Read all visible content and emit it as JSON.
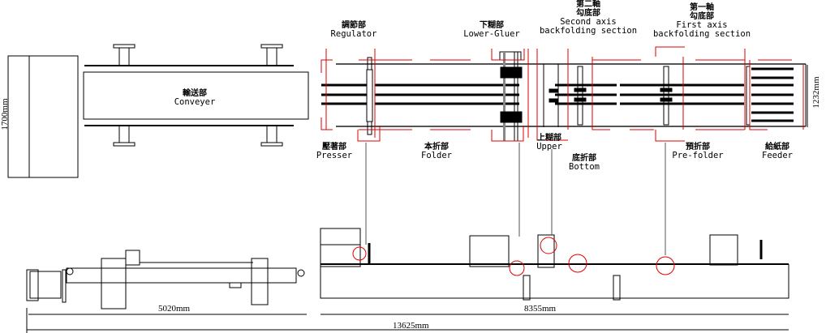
{
  "title": "Folder-gluer machine layout",
  "sections": {
    "conveyer": {
      "zh": "輸送部",
      "en": "Conveyer"
    },
    "regulator": {
      "zh": "調節部",
      "en": "Regulator"
    },
    "lower_gluer": {
      "zh": "下糊部",
      "en": "Lower-Gluer"
    },
    "second_axis": {
      "zh1": "第二軸",
      "zh2": "勾底部",
      "en1": "Second  axis",
      "en2": "backfolding  section"
    },
    "first_axis": {
      "zh1": "第一軸",
      "zh2": "勾底部",
      "en1": "First  axis",
      "en2": "backfolding  section"
    },
    "presser": {
      "zh": "壓著部",
      "en": "Presser"
    },
    "folder": {
      "zh": "本折部",
      "en": "Folder"
    },
    "upper": {
      "zh": "上糊部",
      "en": "Upper"
    },
    "bottom": {
      "zh": "底折部",
      "en": "Bottom"
    },
    "pre_folder": {
      "zh": "預折部",
      "en": "Pre-folder"
    },
    "feeder": {
      "zh": "給紙部",
      "en": "Feeder"
    }
  },
  "dimensions": {
    "conveyer_width": "1700mm",
    "machine_width": "1232mm",
    "conveyer_length": "5020mm",
    "machine_length": "8355mm",
    "total_length": "13625mm"
  },
  "colors": {
    "line": "#000000",
    "highlight": "#e00000",
    "leader": "#555555"
  }
}
